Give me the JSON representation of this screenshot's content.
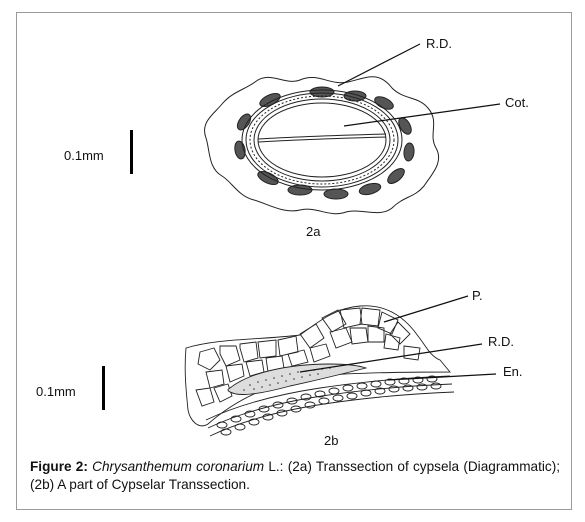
{
  "figure_a": {
    "label_rd": "R.D.",
    "label_cot": "Cot.",
    "scale": "0.1mm",
    "panel": "2a"
  },
  "figure_b": {
    "label_p": "P.",
    "label_rd": "R.D.",
    "label_en": "En.",
    "scale": "0.1mm",
    "panel": "2b"
  },
  "caption": {
    "prefix": "Figure 2:",
    "species": "Chrysanthemum coronarium",
    "authority": " L.: (2a) Transsection of cypsela (Diagrammatic); (2b) A part of Cypselar Transsection."
  },
  "colors": {
    "border": "#9a9a9a",
    "ink": "#111111"
  }
}
